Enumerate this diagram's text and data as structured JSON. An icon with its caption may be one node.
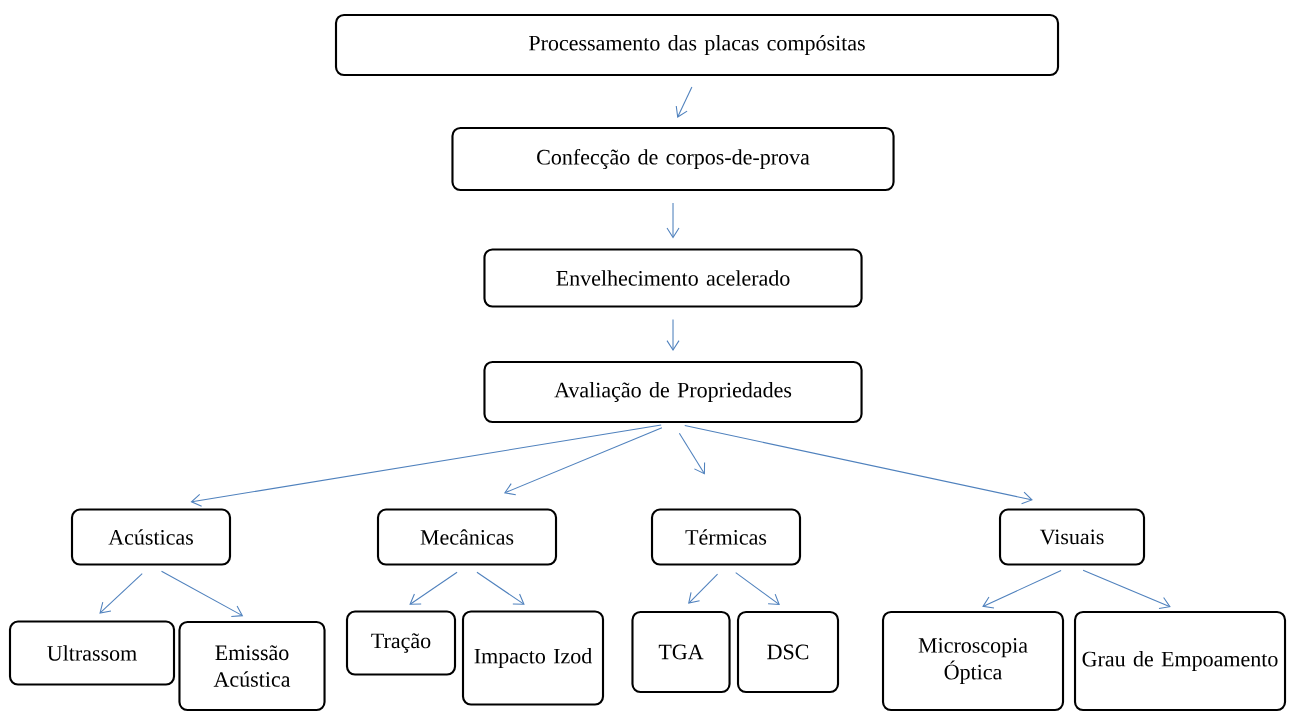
{
  "diagram": {
    "nodes": [
      {
        "text": [
          "Processamento das placas compósitas"
        ]
      },
      {
        "text": [
          "Confecção de corpos-de-prova"
        ]
      },
      {
        "text": [
          "Envelhecimento acelerado"
        ]
      },
      {
        "text": [
          "Avaliação de Propriedades"
        ]
      },
      {
        "text": [
          "Acústicas"
        ]
      },
      {
        "text": [
          "Mecânicas"
        ]
      },
      {
        "text": [
          "Térmicas"
        ]
      },
      {
        "text": [
          "Visuais"
        ]
      },
      {
        "text": [
          "Ultrassom"
        ]
      },
      {
        "text": [
          "Emissão Acústica"
        ]
      },
      {
        "text": [
          "Tração"
        ]
      },
      {
        "text": [
          "Impacto Izod"
        ]
      },
      {
        "text": [
          "TGA"
        ]
      },
      {
        "text": [
          "DSC"
        ]
      },
      {
        "text": [
          "Microscopia Óptica"
        ]
      },
      {
        "text": [
          "Grau de Empoamento"
        ]
      }
    ],
    "edges": [
      {
        "from": 0,
        "to": 1,
        "arrow": "to"
      },
      {
        "from": 1,
        "to": 2,
        "arrow": "to"
      },
      {
        "from": 2,
        "to": 3,
        "arrow": "to"
      },
      {
        "from": 3,
        "to": 4,
        "arrow": "to"
      },
      {
        "from": 3,
        "to": 5,
        "arrow": "to"
      },
      {
        "from": 3,
        "to": 6,
        "arrow": "to"
      },
      {
        "from": 3,
        "to": 7,
        "arrow": "to"
      },
      {
        "from": 4,
        "to": 8,
        "arrow": "to"
      },
      {
        "from": 4,
        "to": 9,
        "arrow": "to"
      },
      {
        "from": 5,
        "to": 10,
        "arrow": "to"
      },
      {
        "from": 5,
        "to": 11,
        "arrow": "to"
      },
      {
        "from": 6,
        "to": 12,
        "arrow": "to"
      },
      {
        "from": 6,
        "to": 13,
        "arrow": "to"
      },
      {
        "from": 7,
        "to": 14,
        "arrow": "to"
      },
      {
        "from": 7,
        "to": 15,
        "arrow": "to"
      }
    ]
  }
}
